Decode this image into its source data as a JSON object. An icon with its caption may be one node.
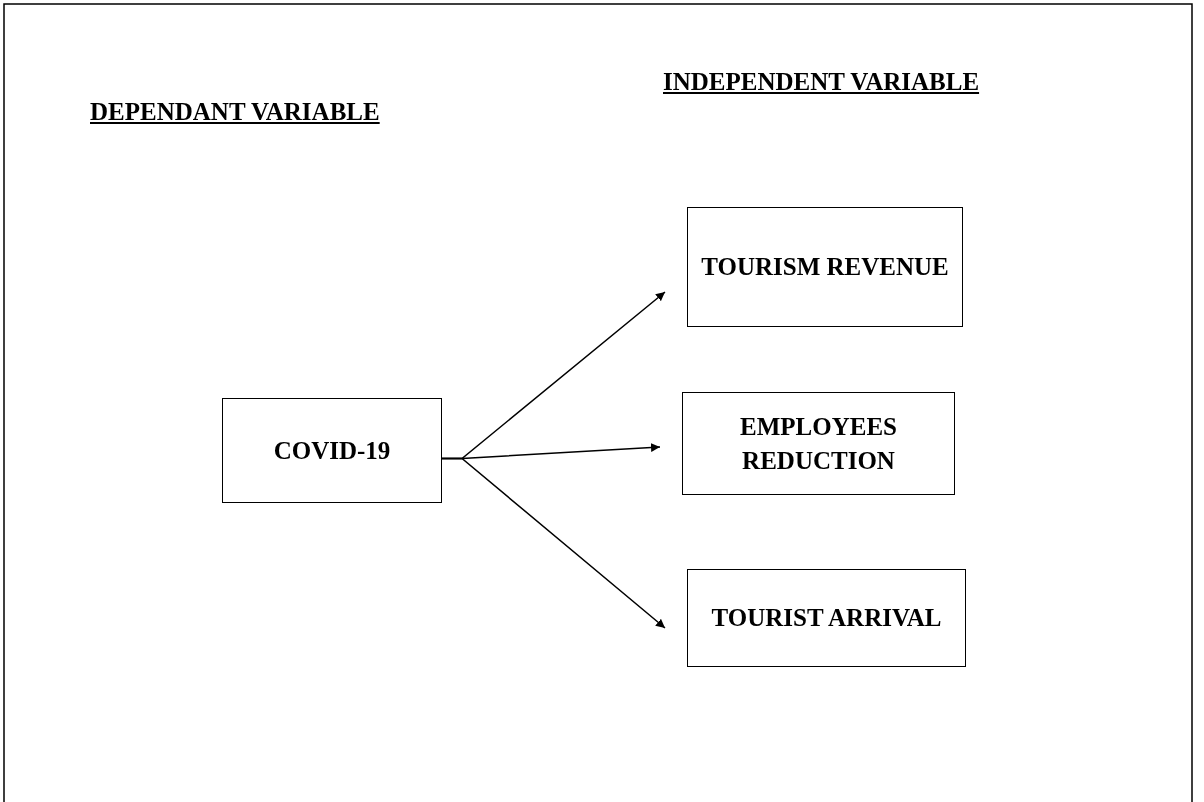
{
  "diagram": {
    "nodes": [
      {
        "text": [
          "COVID-19"
        ]
      },
      {
        "text": [
          "TOURISM REVENUE"
        ]
      },
      {
        "text": [
          "EMPLOYEES REDUCTION"
        ]
      },
      {
        "text": [
          "TOURIST ARRIVAL"
        ]
      }
    ],
    "edges": [
      {
        "from": 0,
        "to": 1,
        "arrow": "to"
      },
      {
        "from": 0,
        "to": 2,
        "arrow": "to"
      },
      {
        "from": 0,
        "to": 3,
        "arrow": "to"
      }
    ],
    "labels": [
      "DEPENDANT VARIABLE",
      "INDEPENDENT VARIABLE"
    ]
  }
}
